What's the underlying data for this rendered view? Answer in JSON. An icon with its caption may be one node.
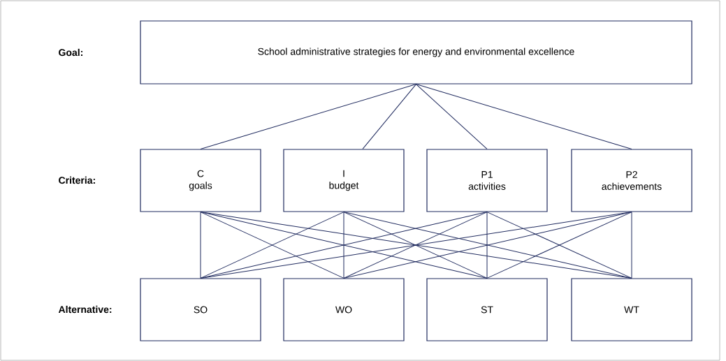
{
  "diagram": {
    "nodes": [
      {
        "text": [
          "School administrative strategies for energy and environmental excellence"
        ]
      },
      {
        "text": [
          "C",
          "goals"
        ]
      },
      {
        "text": [
          "I",
          "budget"
        ]
      },
      {
        "text": [
          "P1",
          "activities"
        ]
      },
      {
        "text": [
          "P2",
          "achievements"
        ]
      },
      {
        "text": [
          "SO"
        ]
      },
      {
        "text": [
          "WO"
        ]
      },
      {
        "text": [
          "ST"
        ]
      },
      {
        "text": [
          "WT"
        ]
      }
    ],
    "edges": [
      {
        "from": 0,
        "to": 1,
        "arrow": "none"
      },
      {
        "from": 0,
        "to": 2,
        "arrow": "none"
      },
      {
        "from": 0,
        "to": 3,
        "arrow": "none"
      },
      {
        "from": 0,
        "to": 4,
        "arrow": "none"
      },
      {
        "from": 1,
        "to": 5,
        "arrow": "none"
      },
      {
        "from": 1,
        "to": 6,
        "arrow": "none"
      },
      {
        "from": 1,
        "to": 7,
        "arrow": "none"
      },
      {
        "from": 1,
        "to": 8,
        "arrow": "none"
      },
      {
        "from": 2,
        "to": 5,
        "arrow": "none"
      },
      {
        "from": 2,
        "to": 6,
        "arrow": "none"
      },
      {
        "from": 2,
        "to": 7,
        "arrow": "none"
      },
      {
        "from": 2,
        "to": 8,
        "arrow": "none"
      },
      {
        "from": 3,
        "to": 5,
        "arrow": "none"
      },
      {
        "from": 3,
        "to": 6,
        "arrow": "none"
      },
      {
        "from": 3,
        "to": 7,
        "arrow": "none"
      },
      {
        "from": 3,
        "to": 8,
        "arrow": "none"
      },
      {
        "from": 4,
        "to": 5,
        "arrow": "none"
      },
      {
        "from": 4,
        "to": 6,
        "arrow": "none"
      },
      {
        "from": 4,
        "to": 7,
        "arrow": "none"
      },
      {
        "from": 4,
        "to": 8,
        "arrow": "none"
      }
    ],
    "labels": [
      "Goal:",
      "Criteria:",
      "Alternative:"
    ]
  }
}
